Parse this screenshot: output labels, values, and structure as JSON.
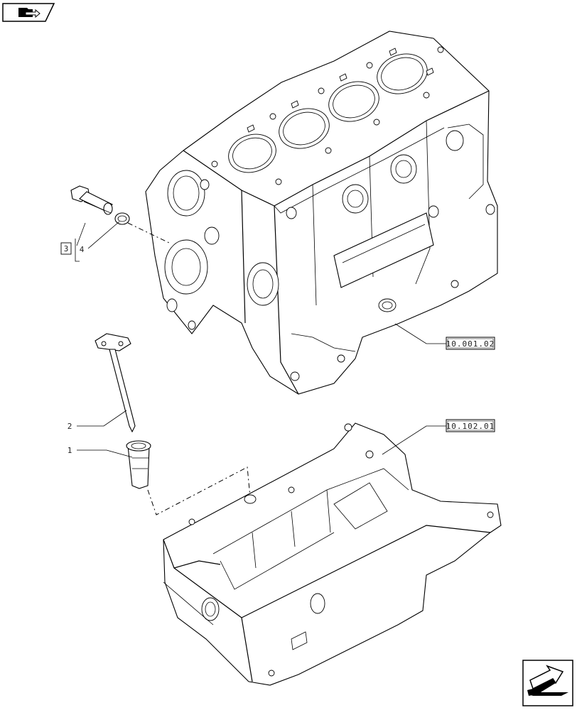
{
  "nav": {
    "top_icon": "folder-arrow-icon",
    "bottom_icon": "next-page-arrow-icon"
  },
  "callouts": {
    "item_1": "1",
    "item_2": "2",
    "item_3": "3",
    "item_4": "4"
  },
  "references": {
    "engine_block": "10.001.02",
    "oil_sump": "10.102.01"
  }
}
